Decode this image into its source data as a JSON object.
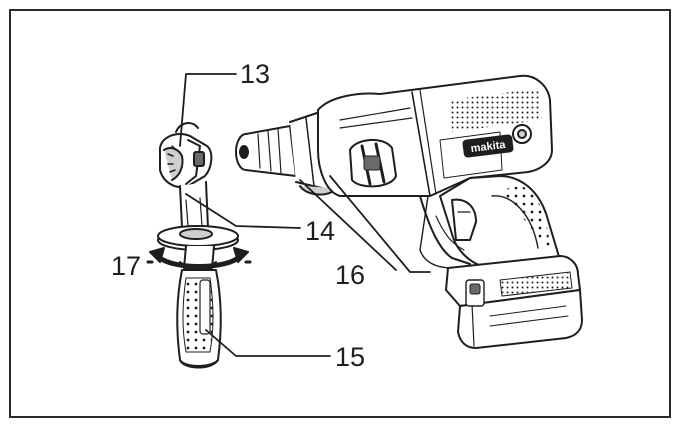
{
  "callouts": {
    "c13": "13",
    "c14": "14",
    "c15": "15",
    "c16": "16",
    "c17": "17"
  },
  "brand_mark": "makita",
  "colors": {
    "line": "#1e1e1e",
    "body": "#ffffff",
    "shade": "#cfcfcf",
    "dark": "#6a6a6a"
  }
}
